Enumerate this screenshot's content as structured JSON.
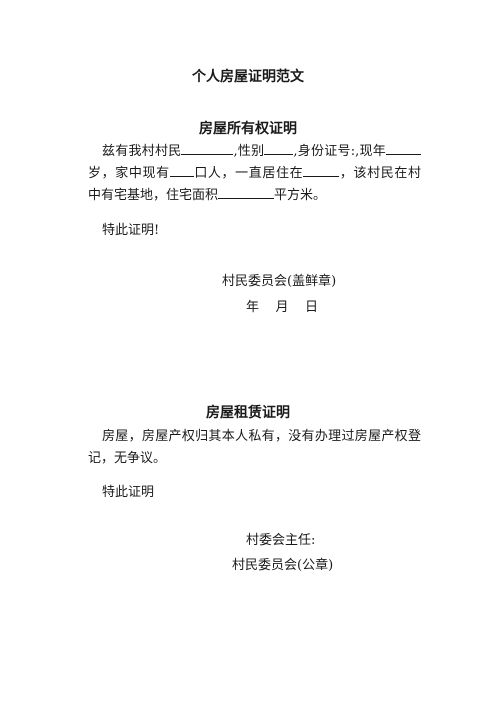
{
  "doc_title": "个人房屋证明范文",
  "ownership": {
    "heading": "房屋所有权证明",
    "p1_a": "兹有我村村民",
    "p1_b": ",性别",
    "p1_c": ",身份证号:,现年",
    "p1_d": "岁，家中现有",
    "p1_e": "口人，一直居住在",
    "p1_f": "，该村民在村中有宅基地，住宅面积",
    "p1_g": "平方米。",
    "closing": "特此证明!",
    "signature": "村民委员会(盖鲜章)",
    "date": "年    月    日"
  },
  "rental": {
    "heading": "房屋租赁证明",
    "body": "房屋，房屋产权归其本人私有，没有办理过房屋产权登记，无争议。",
    "closing": "特此证明",
    "sign_director": "村委会主任:",
    "sign_committee": "村民委员会(公章)"
  }
}
